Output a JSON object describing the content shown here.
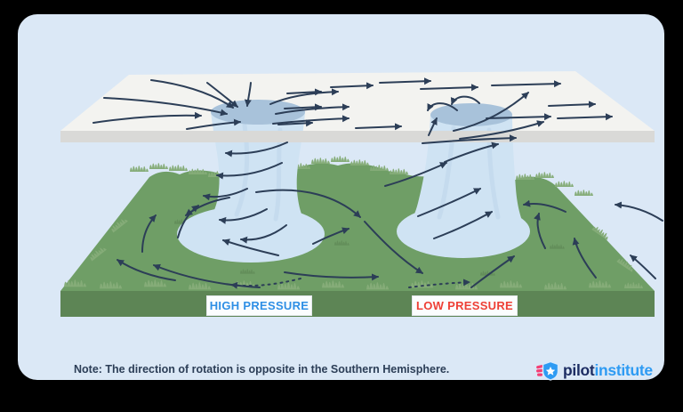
{
  "card": {
    "labels": {
      "high_pressure": "HIGH PRESSURE",
      "low_pressure": "LOW PRESSURE"
    },
    "note": "Note: The direction of rotation is opposite in the Southern Hemisphere.",
    "logo": {
      "name": "pilotinstitute",
      "text_primary": "pilot",
      "text_secondary": "institute"
    },
    "colors": {
      "canvas_background": "#000000",
      "card_background": "#dbe8f6",
      "plane_top": "#f3f3f0",
      "plane_edge": "#d9d9d7",
      "column_body": "#cfe3f3",
      "column_hole": "#a8c2da",
      "grass": "#6f9e66",
      "grass_light": "#85ac78",
      "grass_base": "#5d8555",
      "arrow": "#2c3e57",
      "high_pressure_text": "#2f8fe5",
      "low_pressure_text": "#ee4036",
      "note_text": "#2c3e57",
      "logo_navy": "#1d2d63",
      "logo_blue": "#2e9bf3",
      "logo_pink": "#f43f75"
    }
  }
}
